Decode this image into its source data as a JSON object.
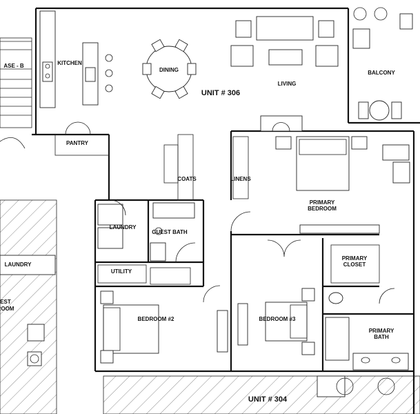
{
  "units": {
    "main": "UNIT # 306",
    "lower": "UNIT # 304"
  },
  "rooms": {
    "kitchen": "KITCHEN",
    "dining": "DINING",
    "living": "LIVING",
    "balcony": "BALCONY",
    "pantry": "PANTRY",
    "coats": "COATS",
    "linens": "LINENS",
    "primary_bedroom_1": "PRIMARY",
    "primary_bedroom_2": "BEDROOM",
    "laundry": "LAUNDRY",
    "guest_bath": "GUEST BATH",
    "utility": "UTILITY",
    "primary_closet_1": "PRIMARY",
    "primary_closet_2": "CLOSET",
    "bedroom2": "BEDROOM #2",
    "bedroom3": "BEDROOM #3",
    "primary_bath_1": "PRIMARY",
    "primary_bath_2": "BATH",
    "staircase_fragment": "ASE - B",
    "neighbor_laundry": "LAUNDRY",
    "neighbor_room_1": "EST",
    "neighbor_room_2": "ROOM"
  },
  "colors": {
    "wall": "#111111",
    "hatch": "#555555",
    "background": "#ffffff"
  }
}
